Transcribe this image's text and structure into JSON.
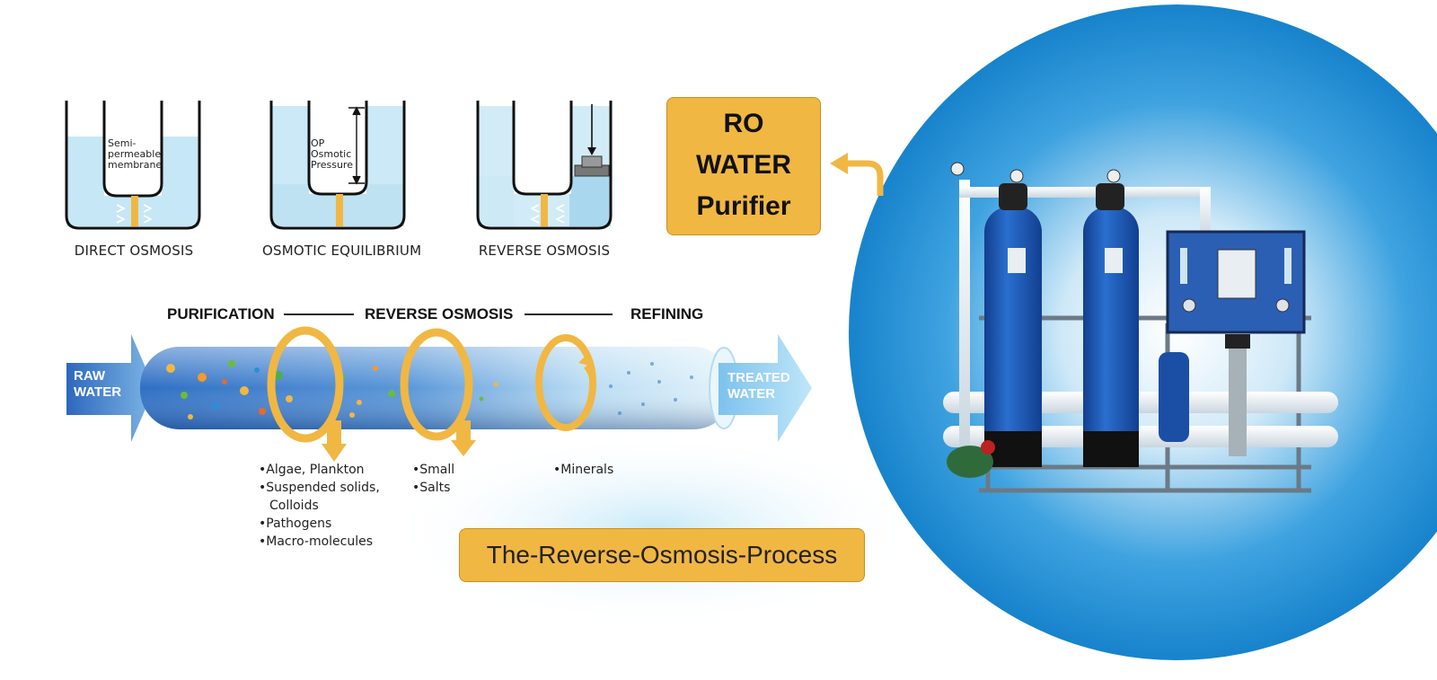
{
  "containers": [
    {
      "label": "DIRECT OSMOSIS",
      "note": [
        "Semi-",
        "permeable",
        "membrane"
      ]
    },
    {
      "label": "OSMOTIC EQUILIBRIUM",
      "note": [
        "OP",
        "Osmotic",
        "Pressure"
      ]
    },
    {
      "label": "REVERSE OSMOSIS",
      "note": []
    }
  ],
  "stages": [
    "PURIFICATION",
    "REVERSE OSMOSIS",
    "REFINING"
  ],
  "pipe": {
    "in_label": [
      "RAW",
      "WATER"
    ],
    "out_label": [
      "TREATED",
      "WATER"
    ]
  },
  "removed": [
    [
      "Algae, Plankton",
      "Suspended solids,",
      "Colloids",
      "Pathogens",
      "Macro-molecules"
    ],
    [
      "Small",
      "Salts"
    ],
    [
      "Minerals"
    ]
  ],
  "badge_ro": [
    "RO",
    "WATER",
    "Purifier"
  ],
  "caption": "The-Reverse-Osmosis-Process",
  "colors": {
    "accent": "#f1b743",
    "water": "#bfe4f4",
    "circle": "#1e8fd3",
    "tank": "#1f5fb8"
  }
}
